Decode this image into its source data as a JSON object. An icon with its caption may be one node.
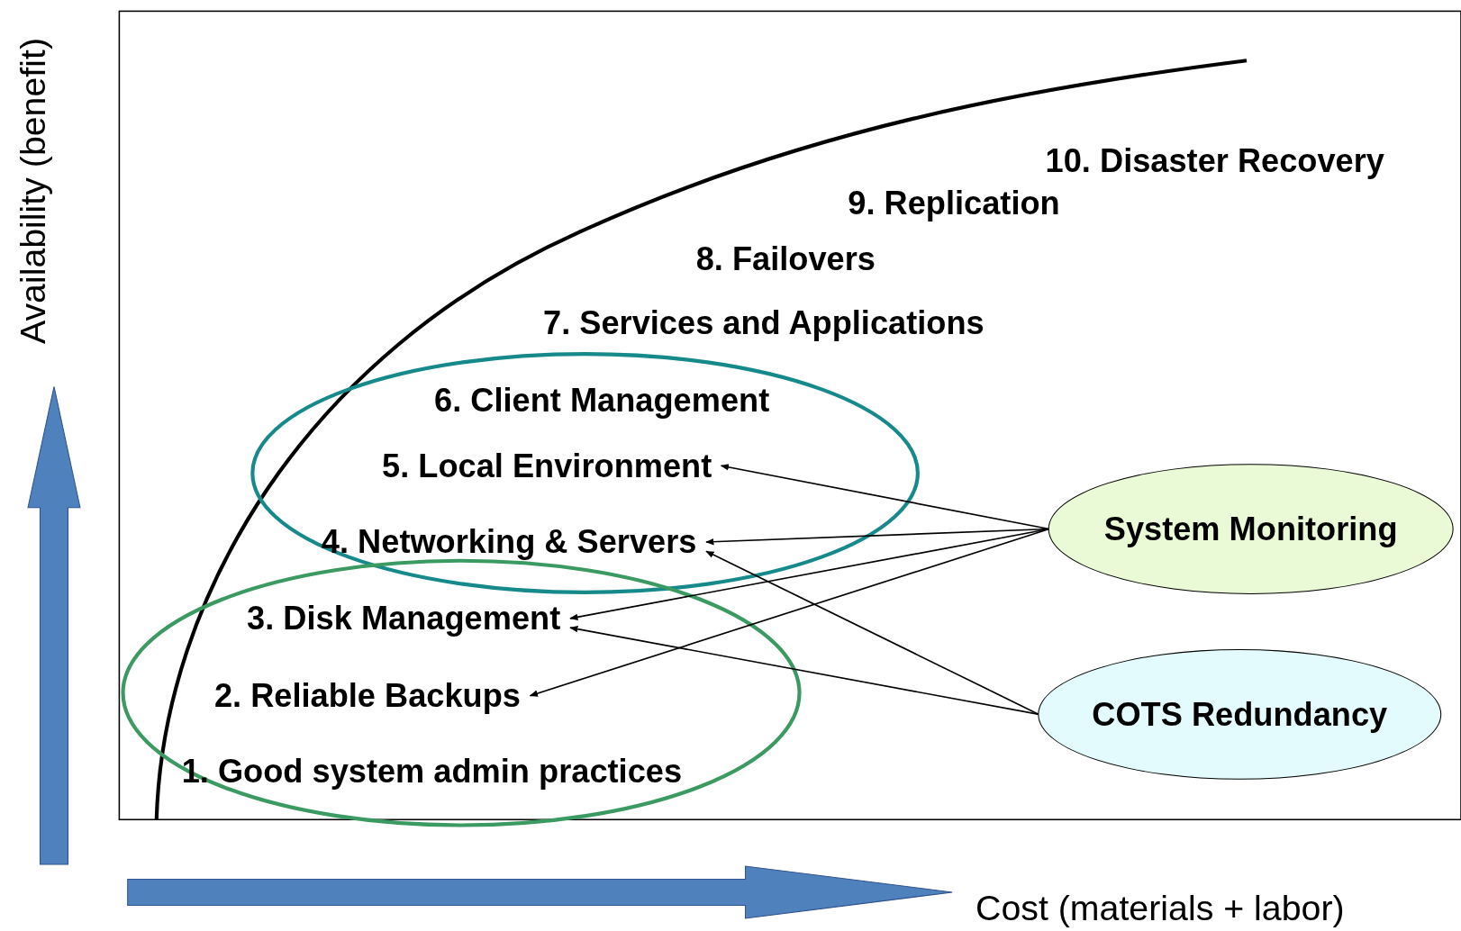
{
  "diagram": {
    "nodes": [
      {
        "text": [
          "5. Local Environment"
        ]
      },
      {
        "text": [
          "4. Networking & Servers"
        ]
      },
      {
        "text": [
          "3. Disk Management"
        ]
      },
      {
        "text": [
          "2. Reliable Backups"
        ]
      },
      {
        "text": [
          "System Monitoring"
        ]
      },
      {
        "text": [
          "COTS Redundancy"
        ]
      }
    ],
    "edges": [
      {
        "from": 4,
        "to": 0,
        "arrow": "to"
      },
      {
        "from": 4,
        "to": 1,
        "arrow": "to"
      },
      {
        "from": 4,
        "to": 2,
        "arrow": "to"
      },
      {
        "from": 4,
        "to": 3,
        "arrow": "to"
      },
      {
        "from": 5,
        "to": 1,
        "arrow": "to"
      },
      {
        "from": 5,
        "to": 2,
        "arrow": "to"
      }
    ],
    "labels": [
      "Availability (benefit)",
      "10. Disaster Recovery",
      "9. Replication",
      "8. Failovers",
      "7. Services and Applications",
      "6. Client Management",
      "1. Good system admin practices",
      "Cost (materials + labor)"
    ]
  }
}
